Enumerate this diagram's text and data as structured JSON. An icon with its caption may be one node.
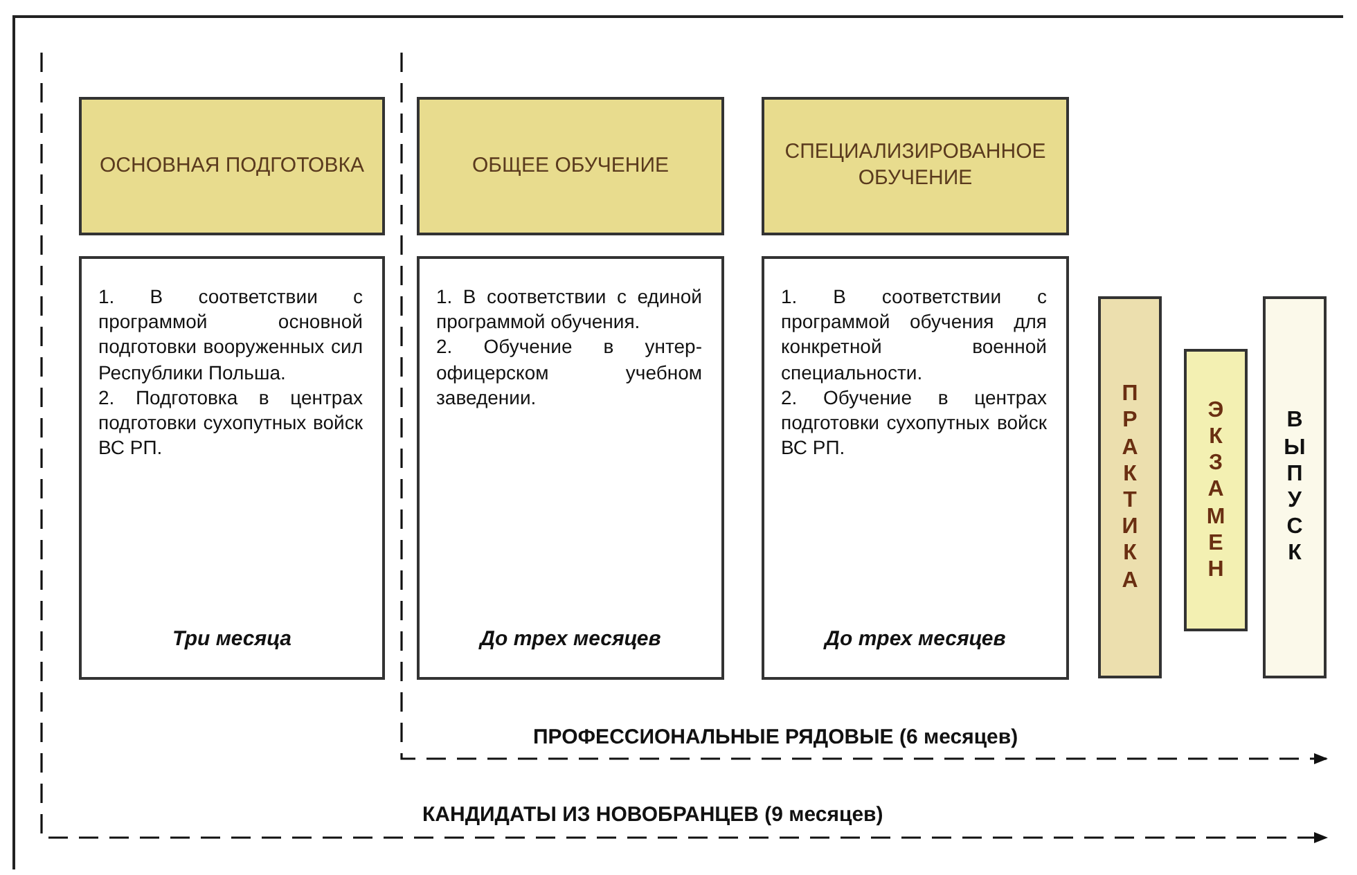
{
  "diagram": {
    "nodes": [
      {
        "text": [
          "ОСНОВНАЯ ПОДГОТОВКА"
        ]
      },
      {
        "text": [
          "ОБЩЕЕ ОБУЧЕНИЕ"
        ]
      },
      {
        "text": [
          "СПЕЦИАЛИЗИРОВАННОЕ ОБУЧЕНИЕ"
        ]
      },
      {
        "text": [
          "1. В соответствии с программой основной подготовки вооруженных сил Республики Польша.",
          "2. Подготовка в центрах подготовки сухопутных войск ВС РП.",
          "Три месяца"
        ]
      },
      {
        "text": [
          "1. В соответствии с единой программой обучения.",
          "2. Обучение в унтер-офицерском учебном заведении.",
          "До трех месяцев"
        ]
      },
      {
        "text": [
          "1. В соответствии с программой обучения для конкретной военной специальности.",
          "2. Обучение в центрах подготовки сухопутных войск ВС РП.",
          "До трех месяцев"
        ]
      },
      {
        "text": [
          "ПРАКТИКА"
        ]
      },
      {
        "text": [
          "ЭКЗАМЕН"
        ]
      },
      {
        "text": [
          "ВЫПУСК"
        ]
      }
    ],
    "labels": [
      "ПРОФЕССИОНАЛЬНЫЕ РЯДОВЫЕ (6 месяцев)",
      "КАНДИДАТЫ ИЗ НОВОБРАНЦЕВ (9 месяцев)"
    ]
  }
}
